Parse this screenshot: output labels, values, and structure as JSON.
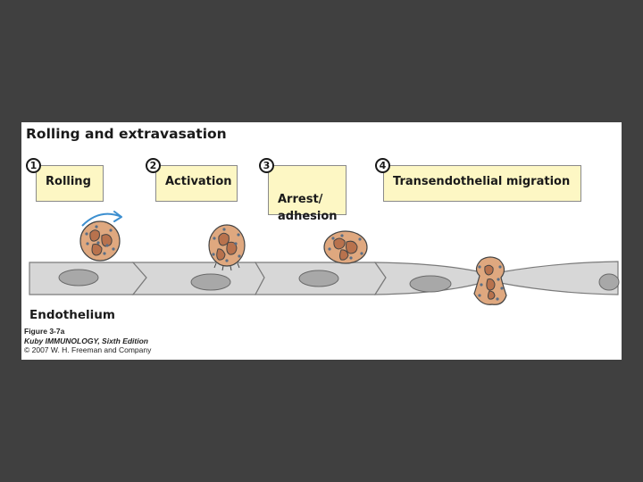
{
  "figure": {
    "title": "Rolling and extravasation",
    "steps": [
      {
        "number": "1",
        "label": "Rolling"
      },
      {
        "number": "2",
        "label": "Activation"
      },
      {
        "number": "3",
        "label": "Arrest/\nadhesion"
      },
      {
        "number": "4",
        "label": "Transendothelial migration"
      }
    ],
    "endothelium_label": "Endothelium",
    "credit": {
      "figure_number": "Figure 3-7a",
      "book": "Kuby IMMUNOLOGY, Sixth Edition",
      "copyright": "© 2007 W. H. Freeman and Company"
    }
  },
  "colors": {
    "page_background": "#404040",
    "label_box": "#fdf7c4",
    "endothelium_fill": "#d7d7d7",
    "nucleus_fill": "#a8a8a8",
    "leukocyte_fill": "#dfa87f",
    "leukocyte_nucleus": "#b8724d",
    "granule": "#5a6e86",
    "rolling_arrow": "#3c8fd0"
  }
}
